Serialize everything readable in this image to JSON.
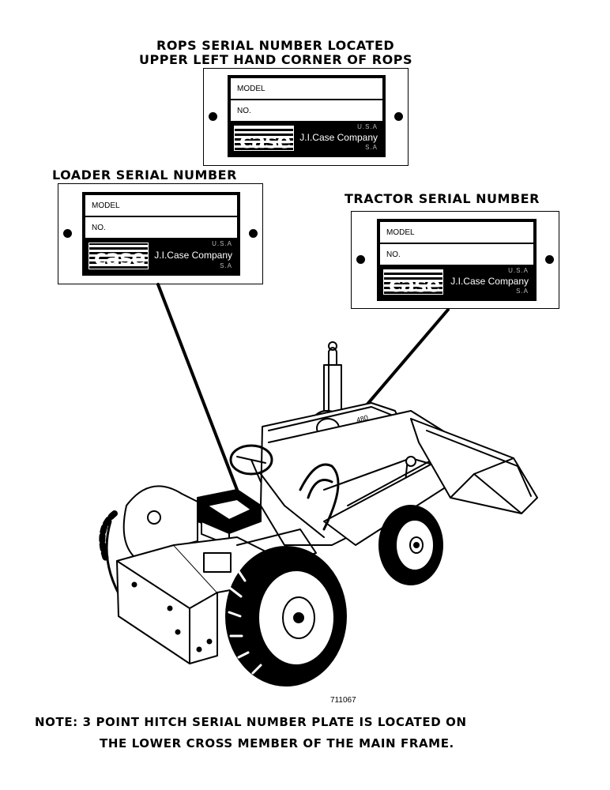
{
  "headings": {
    "rops_line1": "ROPS SERIAL NUMBER LOCATED",
    "rops_line2": "UPPER LEFT HAND CORNER OF ROPS",
    "loader": "LOADER SERIAL NUMBER",
    "tractor": "TRACTOR SERIAL NUMBER"
  },
  "plate": {
    "model_label": "MODEL",
    "no_label": "NO.",
    "logo": "case",
    "company": "J.I.Case Company",
    "company_tiny_line1": "U.S.A",
    "company_tiny_line2": "S.A"
  },
  "figure_number": "711067",
  "note": {
    "line1": "NOTE:  3 POINT HITCH SERIAL NUMBER PLATE IS LOCATED ON",
    "line2": "THE LOWER CROSS MEMBER OF THE MAIN FRAME."
  },
  "colors": {
    "ink": "#000000",
    "paper": "#ffffff"
  }
}
